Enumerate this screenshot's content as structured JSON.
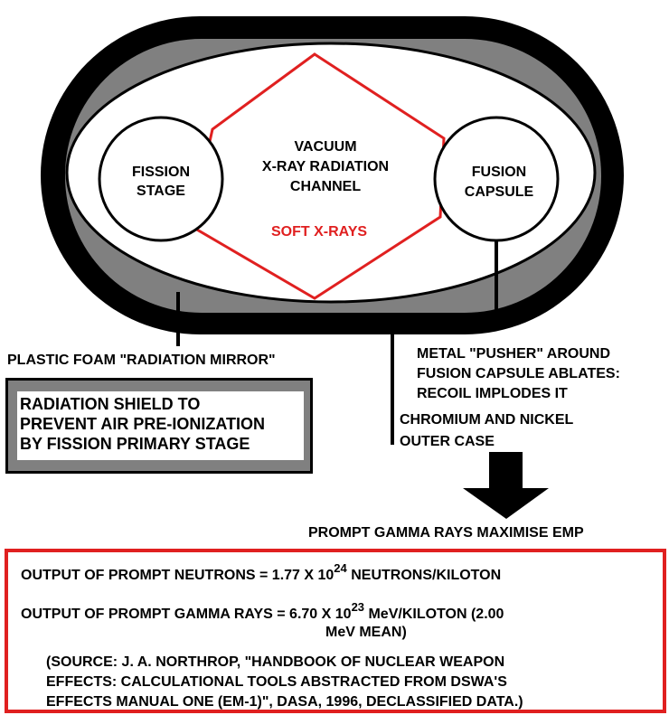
{
  "labels": {
    "fission_stage": [
      "FISSION",
      "STAGE"
    ],
    "channel": [
      "VACUUM",
      "X-RAY RADIATION",
      "CHANNEL"
    ],
    "soft_xrays": "SOFT X-RAYS",
    "fusion_capsule": [
      "FUSION",
      "CAPSULE"
    ],
    "plastic_foam": "PLASTIC FOAM \"RADIATION MIRROR\"",
    "pusher": [
      "METAL \"PUSHER\" AROUND",
      "FUSION CAPSULE ABLATES:",
      "RECOIL IMPLODES IT"
    ],
    "outer_case": [
      "CHROMIUM AND NICKEL",
      "OUTER CASE"
    ],
    "shield": [
      "RADIATION SHIELD TO",
      "PREVENT AIR PRE-IONIZATION",
      "BY FISSION PRIMARY STAGE"
    ],
    "prompt_gamma": "PROMPT GAMMA RAYS MAXIMISE EMP"
  },
  "output": {
    "neutrons_prefix": "OUTPUT OF PROMPT NEUTRONS = 1.77 X 10",
    "neutrons_exp": "24",
    "neutrons_suffix": " NEUTRONS/KILOTON",
    "gamma_prefix": "OUTPUT OF PROMPT GAMMA RAYS = 6.70 X 10",
    "gamma_exp": "23",
    "gamma_suffix": " MeV/KILOTON (2.00",
    "gamma_line2": "MeV MEAN)",
    "source": [
      "(SOURCE: J. A. NORTHROP, \"HANDBOOK OF NUCLEAR WEAPON",
      "EFFECTS: CALCULATIONAL TOOLS ABSTRACTED FROM DSWA'S",
      "EFFECTS MANUAL ONE (EM-1)\", DASA, 1996, DECLASSIFIED DATA.)"
    ]
  },
  "colors": {
    "casing": "#000000",
    "foam": "#808080",
    "xray": "#e02020",
    "box_border": "#e02020"
  }
}
